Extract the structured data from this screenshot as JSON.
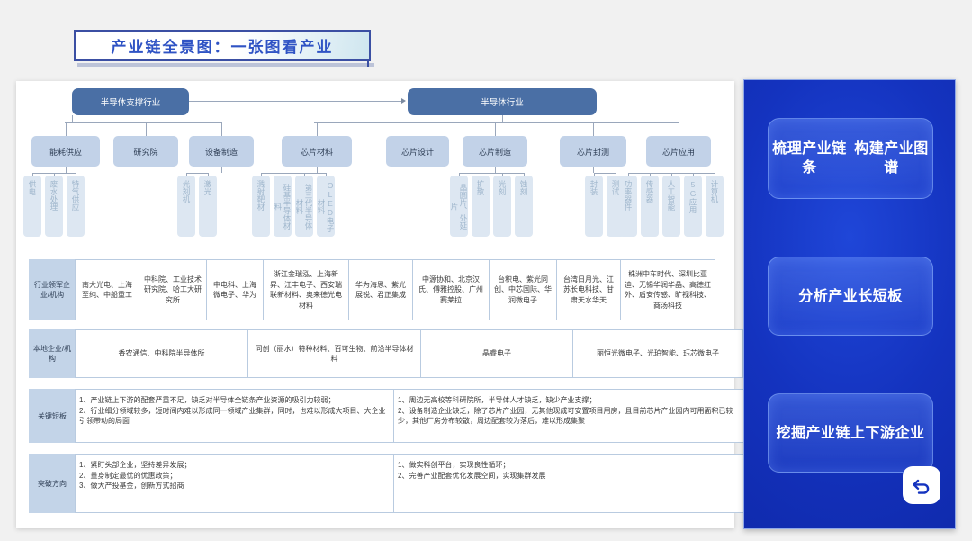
{
  "title": {
    "text": "产业链全景图：一张图看产业"
  },
  "tree": {
    "roots": [
      {
        "label": "半导体支撑行业"
      },
      {
        "label": "半导体行业"
      }
    ],
    "categories": [
      {
        "label": "能耗供应",
        "leaves": [
          "供电",
          "废水处理",
          "特气供应"
        ]
      },
      {
        "label": "研究院",
        "leaves": []
      },
      {
        "label": "设备制造",
        "leaves": [
          "光刻机",
          "激光"
        ]
      },
      {
        "label": "芯片材料",
        "leaves": [
          "溅射靶材",
          "硅基半导体材料",
          "第三代半导体材料",
          "OLED电子材料"
        ]
      },
      {
        "label": "芯片设计",
        "leaves": []
      },
      {
        "label": "芯片制造",
        "leaves": [
          "晶圆片、外延片",
          "扩散",
          "光刻",
          "蚀刻"
        ]
      },
      {
        "label": "芯片封测",
        "leaves": [
          "封装",
          "测试"
        ]
      },
      {
        "label": "芯片应用",
        "leaves": [
          "功率器件",
          "传感器",
          "人工智能",
          "5G应用",
          "计算机"
        ]
      }
    ]
  },
  "table": {
    "rows": [
      {
        "header": "行业领军企业/机构",
        "cells": [
          "南大光电、上海至纯、中船重工",
          "中科院、工业技术研究院、哈工大研究所",
          "中电科、上海微电子、华为",
          "浙江金瑞泓、上海新昇、江丰电子、西安瑞联新材料、奥来德光电材料",
          "华为海思、紫光展锐、君正集成",
          "中源协和、北京汉氏、傅雅控股、广州赛莱拉",
          "台积电、紫光同创、中芯国际、华润微电子",
          "台湾日月光、江苏长电科技、甘肃天水华天",
          "株洲中车时代、深圳比亚迪、无锡华润华晶、高德红外、盾安传感、旷视科技、商汤科技"
        ]
      },
      {
        "header": "本地企业/机构",
        "cells": [
          "香农通信、中科院半导体所",
          "同创（丽水）特种材料、百可生物、前沿半导体材料",
          "晶睿电子",
          "丽恒光微电子、光珀智能、珏芯微电子"
        ]
      },
      {
        "header": "关键短板",
        "cells": [
          "1、产业链上下游的配套严重不足，缺乏对半导体全链条产业资源的吸引力较弱；\n2、行业细分领域较多，短时间内难以形成同一领域产业集群，同时，也难以形成大项目、大企业引领带动的局面",
          "1、周边无高校等科研院所，半导体人才缺乏，缺少产业支撑；\n2、设备制造企业缺乏，除了芯片产业园，无其他现成可安置项目用房，且目前芯片产业园内可用面积已较少，其他厂房分布较散，周边配套较为落后，难以形成集聚"
        ]
      },
      {
        "header": "突破方向",
        "cells": [
          "1、紧盯头部企业，坚持差异发展；\n2、量身制定最优的优惠政策；\n3、做大产投基金，创新方式招商",
          "1、做实科创平台，实现良性循环；\n2、完善产业配套优化发展空间，实现集群发展"
        ]
      }
    ]
  },
  "panel": {
    "buttons": [
      "梳理产业链条\n构建产业图谱",
      "分析产业长短板",
      "挖掘产业链\n上下游企业"
    ],
    "back_icon": "back-arrow-icon"
  },
  "colors": {
    "accent": "#2f53c4",
    "panel": "#1433bf",
    "root_node": "#4a6fa5",
    "category_node": "#c2d2e8",
    "leaf_node": "#dde7f2"
  }
}
